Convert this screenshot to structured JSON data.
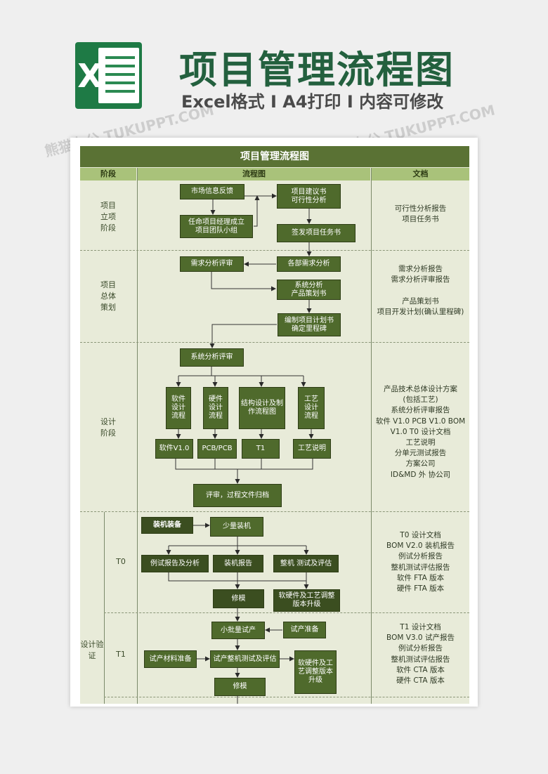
{
  "header": {
    "title": "项目管理流程图",
    "subtitle": "Excel格式 I A4打印 I 内容可修改",
    "logo_letter": "X",
    "watermark": "熊猫办公 TUKUPPT.COM"
  },
  "sheet": {
    "title": "项目管理流程图",
    "columns": [
      "阶段",
      "流程图",
      "文档"
    ]
  },
  "stages": {
    "s1": "项目\n立项\n阶段",
    "s2": "项目\n总体\n策划",
    "s3": "设计\n阶段",
    "s4": "设计验\n证",
    "t0": "T0",
    "t1": "T1"
  },
  "boxes": {
    "b1": "市场信息反馈",
    "b2": "项目建议书\n可行性分析",
    "b3": "任命项目经理成立\n项目团队小组",
    "b4": "签发项目任务书",
    "b5": "需求分析评审",
    "b6": "各部需求分析",
    "b7": "系统分析\n产品策划书",
    "b8": "编制项目计划书\n确定里程碑",
    "b9": "系统分析评审",
    "b10": "软件\n设计\n流程",
    "b11": "硬件\n设计\n流程",
    "b12": "结构设计及制\n作流程图",
    "b13": "工艺\n设计\n流程",
    "b14": "软件V1.0",
    "b15": "PCB/PCB",
    "b16": "T1",
    "b17": "工艺说明",
    "b18": "评审，过程文件归档",
    "b19": "装机装备",
    "b20": "少量装机",
    "b21": "例试报告及分析",
    "b22": "装机报告",
    "b23": "整机 测试及评估",
    "b24": "修模",
    "b25": "软硬件及工艺调整\n版本升级",
    "b26": "小批量试产",
    "b27": "试产准备",
    "b28": "试产材料准备",
    "b29": "试产整机测试及评估",
    "b30": "软硬件及工\n艺调整版本\n升级",
    "b31": "修模"
  },
  "docs": {
    "d1": "可行性分析报告\n项目任务书",
    "d2": "需求分析报告\n需求分析评审报告\n\n产品策划书\n项目开发计划(确认里程碑)",
    "d3": "产品技术总体设计方案\n(包括工艺)\n系统分析评审报告\n软件 V1.0 PCB V1.0 BOM\nV1.0 T0 设计文档\n工艺说明\n分单元测试报告\n方案公司\nID&MD 外 协公司",
    "d4": "T0 设计文档\nBOM V2.0 装机报告\n例试分析报告\n整机测试评估报告\n软件 FTA 版本\n硬件 FTA 版本",
    "d5": "T1 设计文档\nBOM V3.0 试产报告\n例试分析报告\n整机测试评估报告\n软件 CTA 版本\n硬件 CTA 版本"
  },
  "colors": {
    "brand_green": "#23603e",
    "sheet_bg": "#e8ebd9",
    "title_bar": "#5a7234",
    "header_row": "#a9c27a",
    "box_fill": "#4f6a2c"
  }
}
